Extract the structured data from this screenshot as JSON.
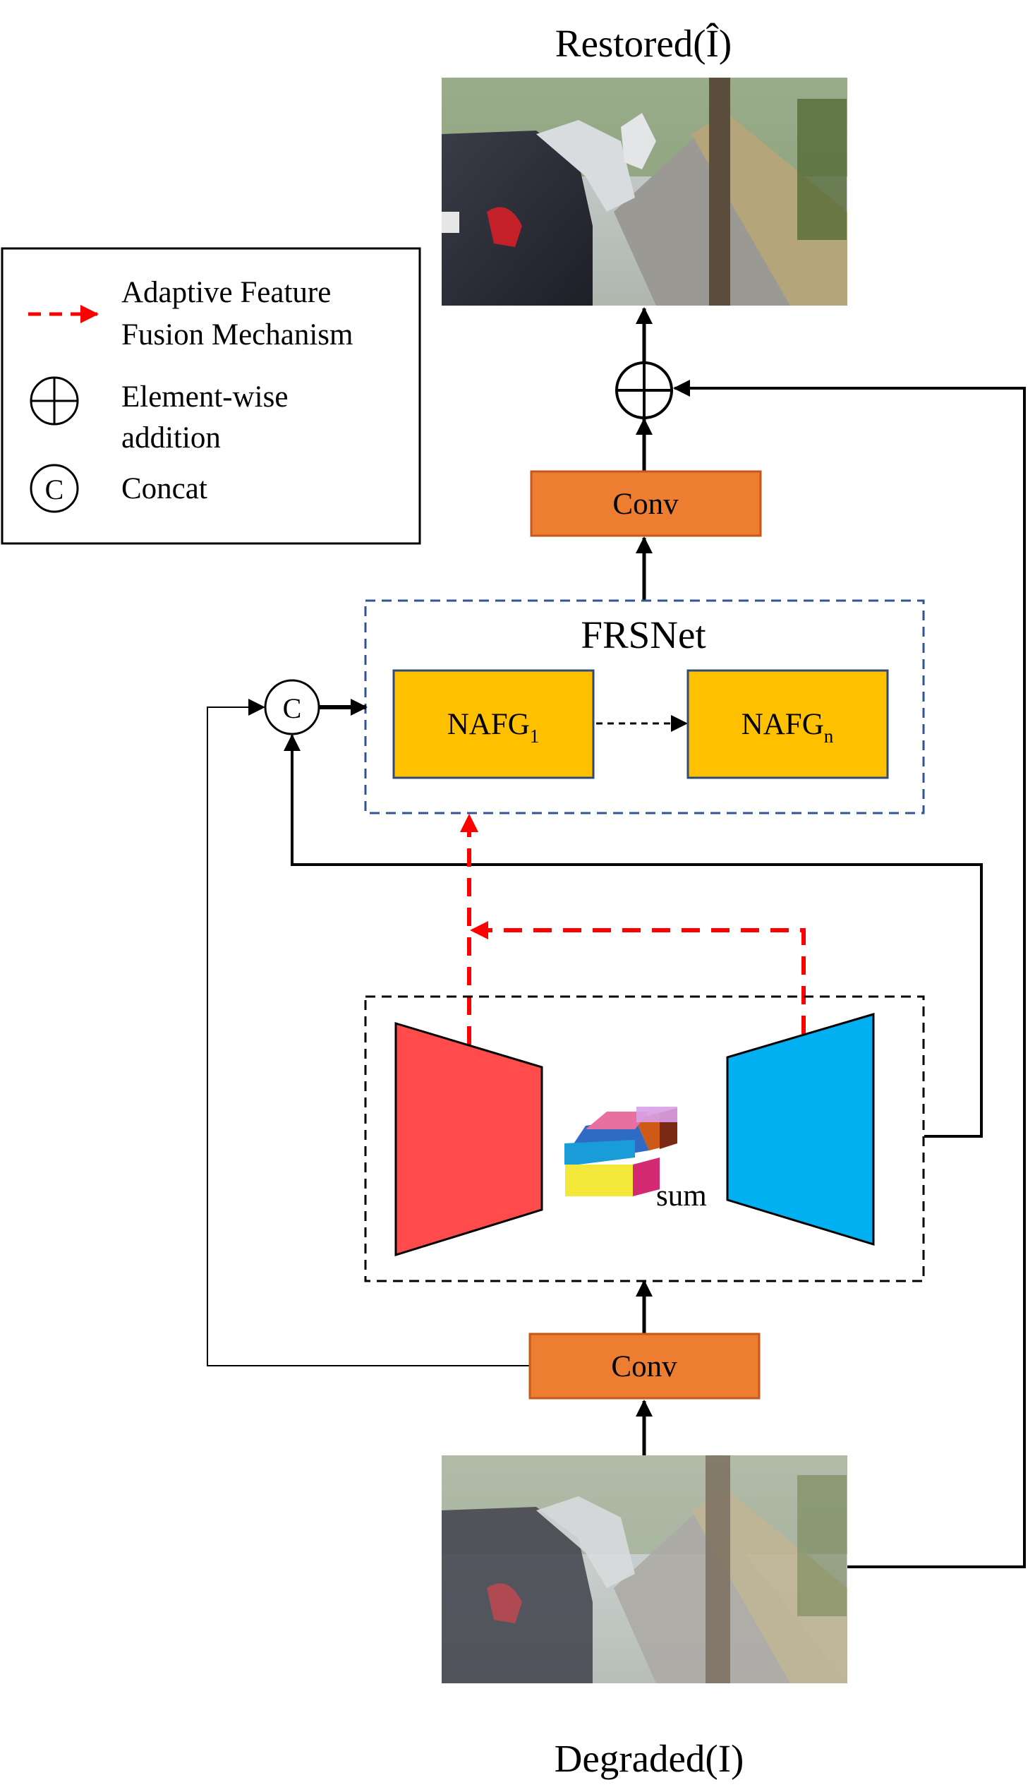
{
  "titles": {
    "restored": "Restored(Î)",
    "degraded": "Degraded(I)"
  },
  "legend": {
    "affm_line1": "Adaptive Feature",
    "affm_line2": "Fusion Mechanism",
    "add_line1": "Element-wise",
    "add_line2": "addition",
    "concat": "Concat"
  },
  "blocks": {
    "conv_top": "Conv",
    "conv_bottom": "Conv",
    "frsnet": "FRSNet",
    "nafg1_base": "NAFG",
    "nafg1_sub": "1",
    "nafgn_base": "NAFG",
    "nafgn_sub": "n",
    "concat_symbol": "C",
    "sum": "sum"
  },
  "colors": {
    "conv_fill": "#ED7D31",
    "conv_stroke": "#C45A1A",
    "nafg_fill": "#FFC000",
    "nafg_stroke": "#2F4A78",
    "frsnet_border": "#2F5597",
    "affm_arrow": "#FF0000",
    "encoder": "#FF4B4B",
    "decoder": "#00B0F0"
  }
}
